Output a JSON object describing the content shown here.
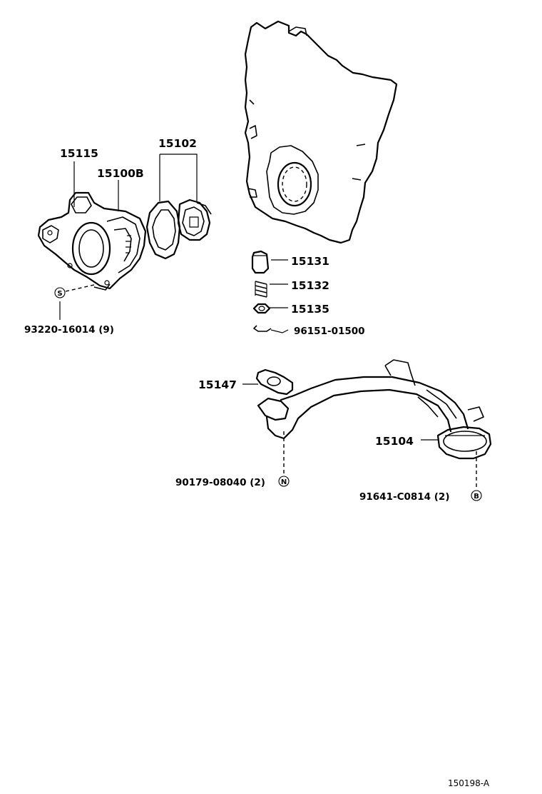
{
  "labels": {
    "p15115": "15115",
    "p15100b": "15100B",
    "p15102": "15102",
    "p93220": "93220-16014 (9)",
    "p15131": "15131",
    "p15132": "15132",
    "p15135": "15135",
    "p96151": "96151-01500",
    "p15147": "15147",
    "p15104": "15104",
    "p90179": "90179-08040 (2)",
    "p91641": "91641-C0814 (2)"
  },
  "markers": {
    "s": "S",
    "n": "N",
    "b": "B"
  },
  "figure_code": "150198-A"
}
